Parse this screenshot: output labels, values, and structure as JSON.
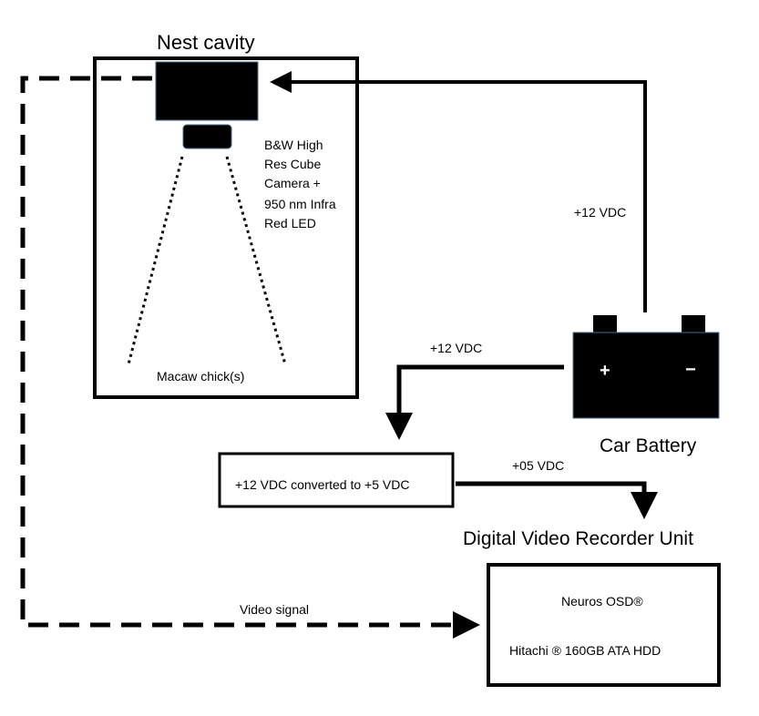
{
  "nest": {
    "title": "Nest cavity",
    "camera_label_lines": [
      "B&W High",
      "Res Cube",
      "Camera +",
      "950 nm Infra",
      "Red LED"
    ],
    "subject_label": "Macaw chick(s)"
  },
  "battery": {
    "label": "Car Battery",
    "positive": "+",
    "negative": "−"
  },
  "connections": {
    "battery_to_camera": "+12 VDC",
    "battery_to_converter": "+12 VDC",
    "converter_to_dvr": "+05 VDC",
    "camera_to_dvr": "Video signal"
  },
  "converter": {
    "label": "+12 VDC converted to +5 VDC"
  },
  "dvr": {
    "title": "Digital Video Recorder Unit",
    "line1": "Neuros OSD®",
    "line2": "Hitachi ®  160GB ATA HDD"
  },
  "colors": {
    "line": "#000000",
    "background": "#ffffff",
    "device_border": "#4a6a8a"
  }
}
